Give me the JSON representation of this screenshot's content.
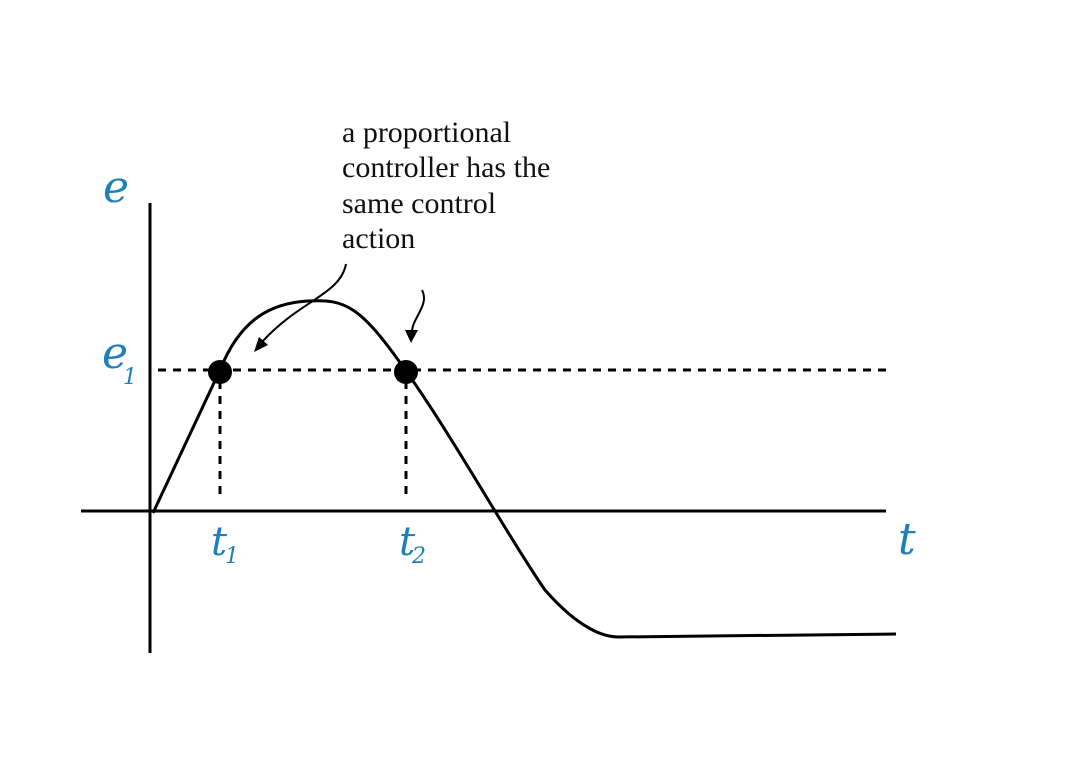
{
  "labels": {
    "y_axis": "e",
    "x_axis": "t",
    "level": {
      "base": "e",
      "sub": "1"
    },
    "t1": {
      "base": "t",
      "sub": "1"
    },
    "t2": {
      "base": "t",
      "sub": "2"
    }
  },
  "annotation": {
    "lines": [
      "a proportional",
      "controller has the",
      "same control",
      "action"
    ]
  },
  "colors": {
    "label_blue": "#1f7fb8",
    "line": "#000000",
    "point": "#000000",
    "annotation_text": "#111111"
  }
}
